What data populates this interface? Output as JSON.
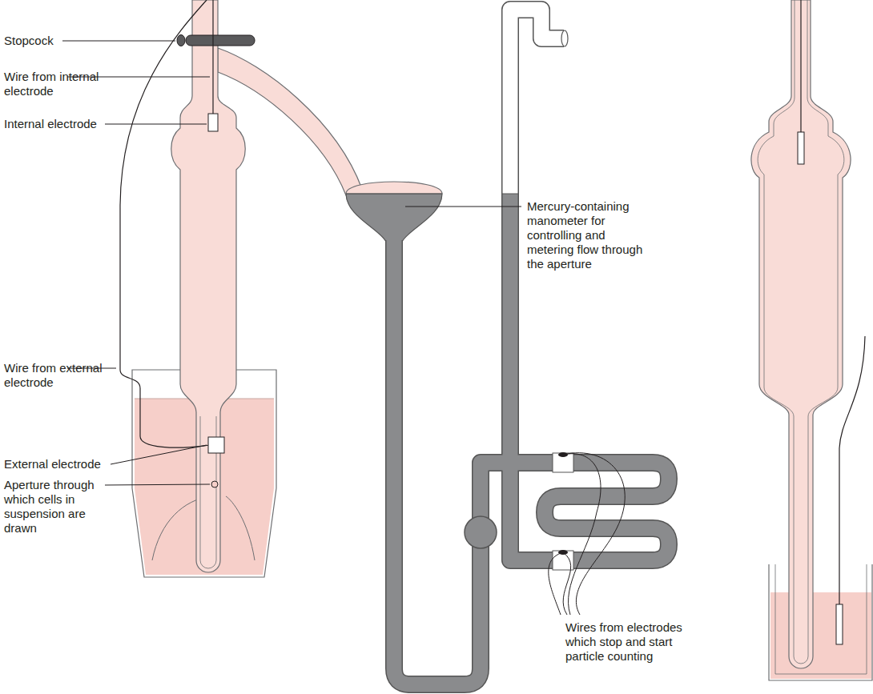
{
  "diagram": {
    "labels": [
      "Stopcock",
      "Wire from internal electrode",
      "Internal electrode",
      "Wire from external electrode",
      "External electrode",
      "Aperture through which cells in suspension are drawn",
      "Mercury-containing manometer for controlling and metering flow through the aperture",
      "Wires from electrodes which stop and start particle counting"
    ]
  }
}
